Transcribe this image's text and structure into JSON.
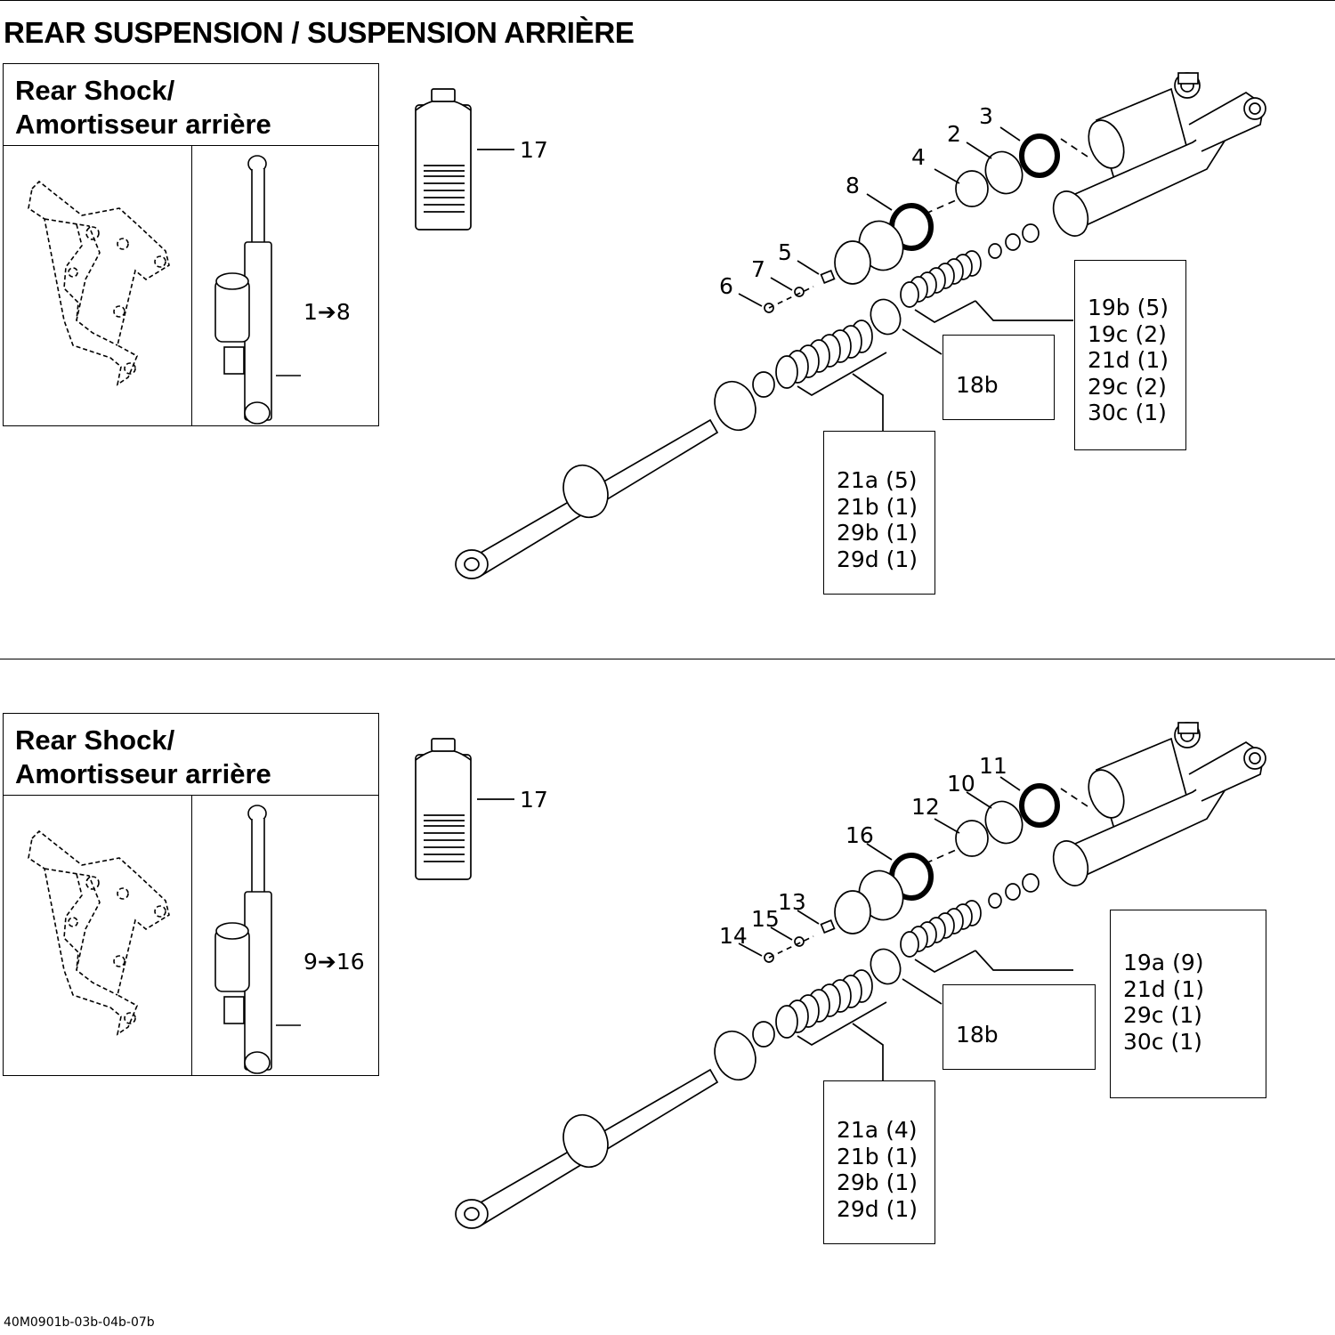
{
  "page": {
    "title": "REAR SUSPENSION / SUSPENSION ARRIÈRE",
    "figure_code": "40M0901b-03b-04b-07b"
  },
  "panels": [
    {
      "heading_line1": "Rear Shock/",
      "heading_line2": "Amortisseur arrière",
      "range_label": "1➔8",
      "oil_label": "17",
      "part_numbers": [
        "3",
        "2",
        "4",
        "8",
        "5",
        "7",
        "6"
      ],
      "box_valve": "18b",
      "box_rear_stack": [
        "19b (5)",
        "19c (2)",
        "21d (1)",
        "29c (2)",
        "30c (1)"
      ],
      "box_front_stack": [
        "21a (5)",
        "21b (1)",
        "29b (1)",
        "29d (1)"
      ]
    },
    {
      "heading_line1": "Rear Shock/",
      "heading_line2": "Amortisseur arrière",
      "range_label": "9➔16",
      "oil_label": "17",
      "part_numbers": [
        "11",
        "10",
        "12",
        "16",
        "13",
        "15",
        "14"
      ],
      "box_valve": "18b",
      "box_rear_stack": [
        "19a (9)",
        "21d (1)",
        "29c (1)",
        "30c (1)"
      ],
      "box_front_stack": [
        "21a (4)",
        "21b (1)",
        "29b (1)",
        "29d (1)"
      ]
    }
  ],
  "icons": [
    "oil-bottle-icon",
    "frame-locator-icon",
    "shock-locator-icon",
    "shock-assembly-icon"
  ]
}
